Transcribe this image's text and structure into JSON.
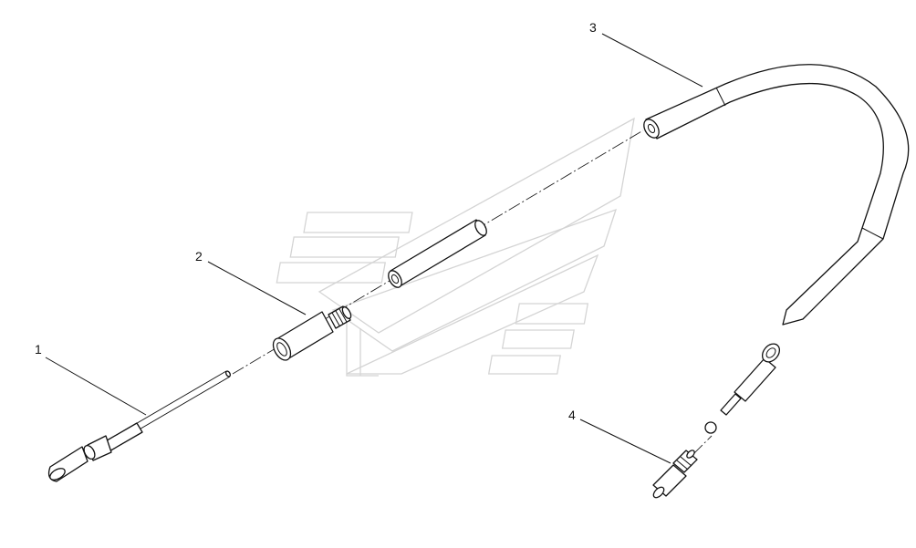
{
  "diagram": {
    "callouts": [
      {
        "id": "1",
        "label": "1"
      },
      {
        "id": "2",
        "label": "2"
      },
      {
        "id": "3",
        "label": "3"
      },
      {
        "id": "4",
        "label": "4"
      }
    ]
  },
  "colors": {
    "line": "#111111",
    "watermark": "#d4d4d4",
    "background": "#ffffff"
  }
}
